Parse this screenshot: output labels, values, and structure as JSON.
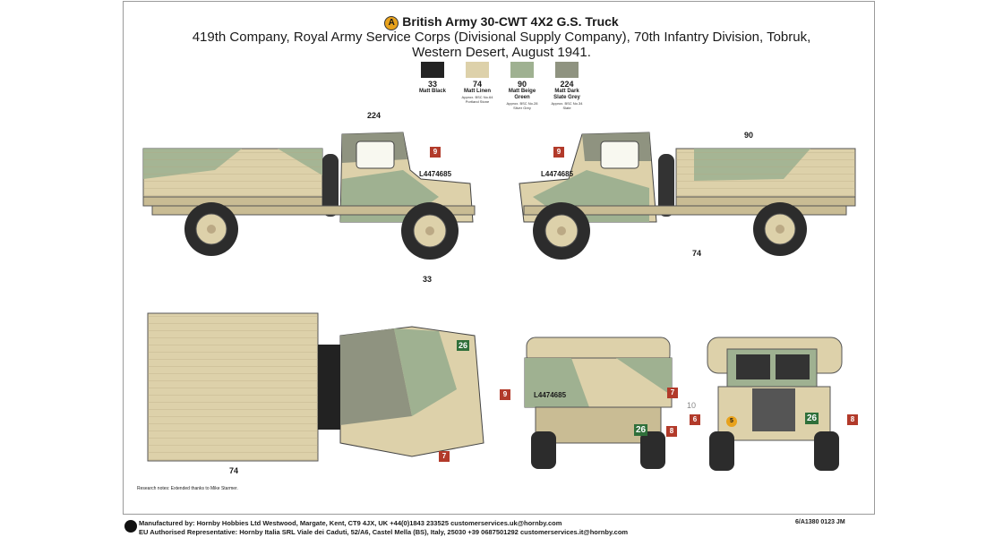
{
  "header": {
    "badge": "A",
    "title": "British Army 30-CWT 4X2 G.S. Truck",
    "subtitle_line1": "419th Company, Royal Army Service Corps (Divisional Supply Company), 70th Infantry Division, Tobruk,",
    "subtitle_line2": "Western Desert, August 1941."
  },
  "colors": [
    {
      "num": "33",
      "name_line1": "Matt Black",
      "name_line2": "",
      "sub_line1": "",
      "sub_line2": "",
      "hex": "#232323"
    },
    {
      "num": "74",
      "name_line1": "Matt Linen",
      "name_line2": "",
      "sub_line1": "Approx. BSC No.64",
      "sub_line2": "Portland Stone",
      "hex": "#ddd1aa"
    },
    {
      "num": "90",
      "name_line1": "Matt Beige",
      "name_line2": "Green",
      "sub_line1": "Approx. BSC No.28",
      "sub_line2": "Silver Grey",
      "hex": "#9fb191"
    },
    {
      "num": "224",
      "name_line1": "Matt Dark",
      "name_line2": "Slate Grey",
      "sub_line1": "Approx. BSC No.34",
      "sub_line2": "Slate",
      "hex": "#8f9380"
    }
  ],
  "callouts": {
    "left_cab": "224",
    "left_wheel": "33",
    "right_bed": "90",
    "right_chassis": "74",
    "top_bed": "74",
    "rear_tire": "10"
  },
  "markers": {
    "m9": "9",
    "m7": "7",
    "m6": "6",
    "m8": "8",
    "m5": "5",
    "m26": "26"
  },
  "serial": "L4474685",
  "research_note": "Research notes: Extended thanks to Mike Starmer.",
  "footer": {
    "line1": "Manufactured by: Hornby Hobbies Ltd Westwood, Margate, Kent, CT9 4JX, UK +44(0)1843 233525 customerservices.uk@hornby.com",
    "line2": "EU Authorised Representative: Hornby Italia SRL Viale dei Caduti, 52/A6, Castel Mella (BS), Italy, 25030 +39 0687501292 customerservices.it@hornby.com",
    "code": "6/A1380 0123 JM"
  }
}
